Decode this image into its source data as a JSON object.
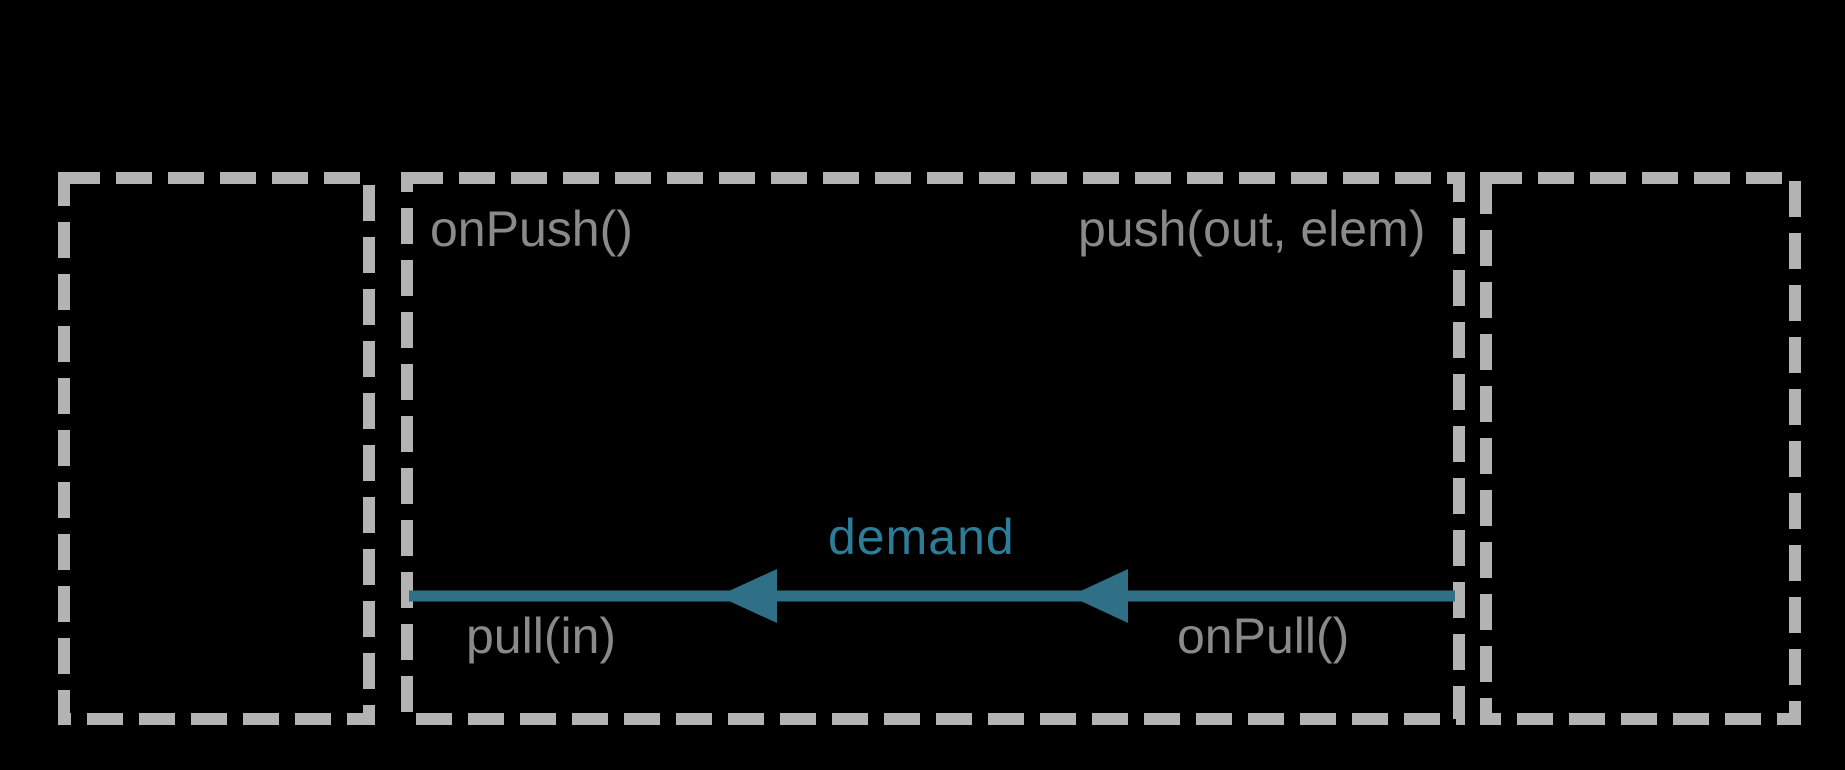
{
  "labels": {
    "on_push": "onPush()",
    "push": "push(out, elem)",
    "demand": "demand",
    "pull": "pull(in)",
    "on_pull": "onPull()"
  },
  "icons": {
    "arrowhead_left": "◀"
  },
  "colors": {
    "background": "#000000",
    "box-dash-gray": "#b3b3b3",
    "label-gray": "#8a8a8a",
    "arrow-teal": "#2f7086",
    "demand-teal": "#2d7d99"
  }
}
